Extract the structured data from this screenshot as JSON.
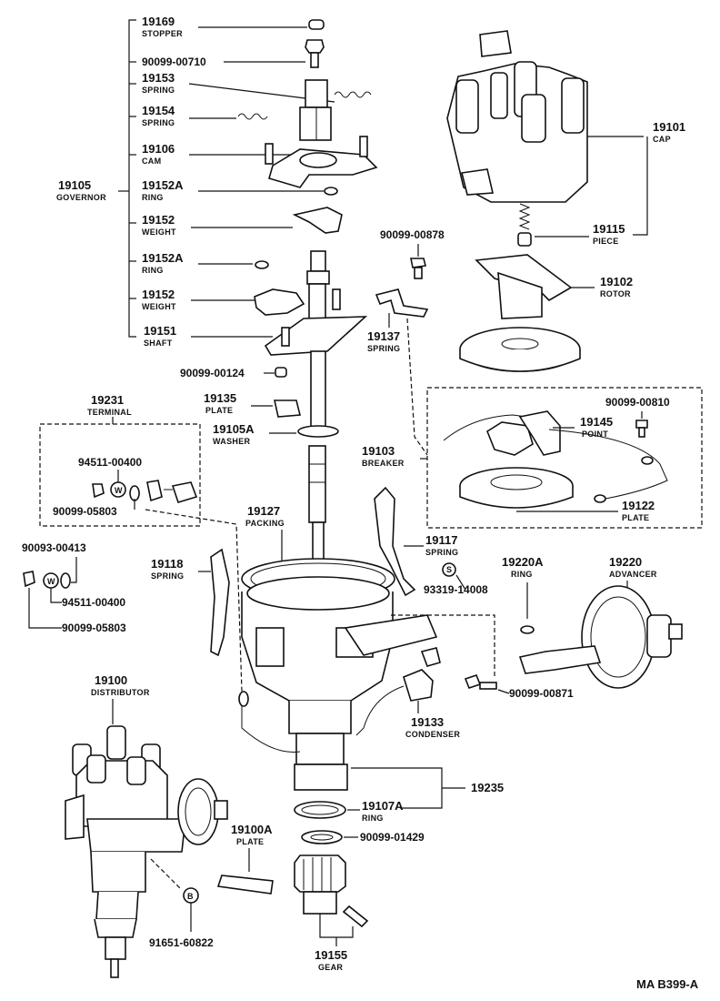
{
  "diagram_code": "MA B399-A",
  "callouts": {
    "stopper": {
      "num": "19169",
      "name": "STOPPER"
    },
    "bolt_00710": {
      "code": "90099-00710"
    },
    "spring_19153": {
      "num": "19153",
      "name": "SPRING"
    },
    "spring_19154": {
      "num": "19154",
      "name": "SPRING"
    },
    "cam": {
      "num": "19106",
      "name": "CAM"
    },
    "governor": {
      "num": "19105",
      "name": "GOVERNOR"
    },
    "ring_19152a_1": {
      "num": "19152A",
      "name": "RING"
    },
    "weight_1": {
      "num": "19152",
      "name": "WEIGHT"
    },
    "ring_19152a_2": {
      "num": "19152A",
      "name": "RING"
    },
    "weight_2": {
      "num": "19152",
      "name": "WEIGHT"
    },
    "shaft": {
      "num": "19151",
      "name": "SHAFT"
    },
    "screw_00124": {
      "code": "90099-00124"
    },
    "plate_19135": {
      "num": "19135",
      "name": "PLATE"
    },
    "washer": {
      "num": "19105A",
      "name": "WASHER"
    },
    "terminal": {
      "num": "19231",
      "name": "TERMINAL"
    },
    "part_94511_a": {
      "code": "94511-00400"
    },
    "part_05803_a": {
      "code": "90099-05803"
    },
    "part_00413": {
      "code": "90093-00413"
    },
    "part_94511_b": {
      "code": "94511-00400"
    },
    "part_05803_b": {
      "code": "90099-05803"
    },
    "packing": {
      "num": "19127",
      "name": "PACKING"
    },
    "spring_19118": {
      "num": "19118",
      "name": "SPRING"
    },
    "spring_19117": {
      "num": "19117",
      "name": "SPRING"
    },
    "part_93319": {
      "code": "93319-14008"
    },
    "cap": {
      "num": "19101",
      "name": "CAP"
    },
    "piece": {
      "num": "19115",
      "name": "PIECE"
    },
    "bolt_00878": {
      "code": "90099-00878"
    },
    "rotor": {
      "num": "19102",
      "name": "ROTOR"
    },
    "spring_19137": {
      "num": "19137",
      "name": "SPRING"
    },
    "screw_00810": {
      "code": "90099-00810"
    },
    "point": {
      "num": "19145",
      "name": "POINT"
    },
    "breaker": {
      "num": "19103",
      "name": "BREAKER"
    },
    "plate_19122": {
      "num": "19122",
      "name": "PLATE"
    },
    "ring_19220a": {
      "num": "19220A",
      "name": "RING"
    },
    "advancer": {
      "num": "19220",
      "name": "ADVANCER"
    },
    "screw_00871": {
      "code": "90099-00871"
    },
    "condenser": {
      "num": "19133",
      "name": "CONDENSER"
    },
    "distributor": {
      "num": "19100",
      "name": "DISTRIBUTOR"
    },
    "assy_19235": {
      "num": "19235"
    },
    "ring_19107a": {
      "num": "19107A",
      "name": "RING"
    },
    "washer_01429": {
      "code": "90099-01429"
    },
    "plate_19100a": {
      "num": "19100A",
      "name": "PLATE"
    },
    "pin_60822": {
      "code": "91651-60822"
    },
    "gear": {
      "num": "19155",
      "name": "GEAR"
    }
  },
  "symbols": {
    "w_marker": "W",
    "s_marker": "S",
    "b_marker": "B"
  }
}
